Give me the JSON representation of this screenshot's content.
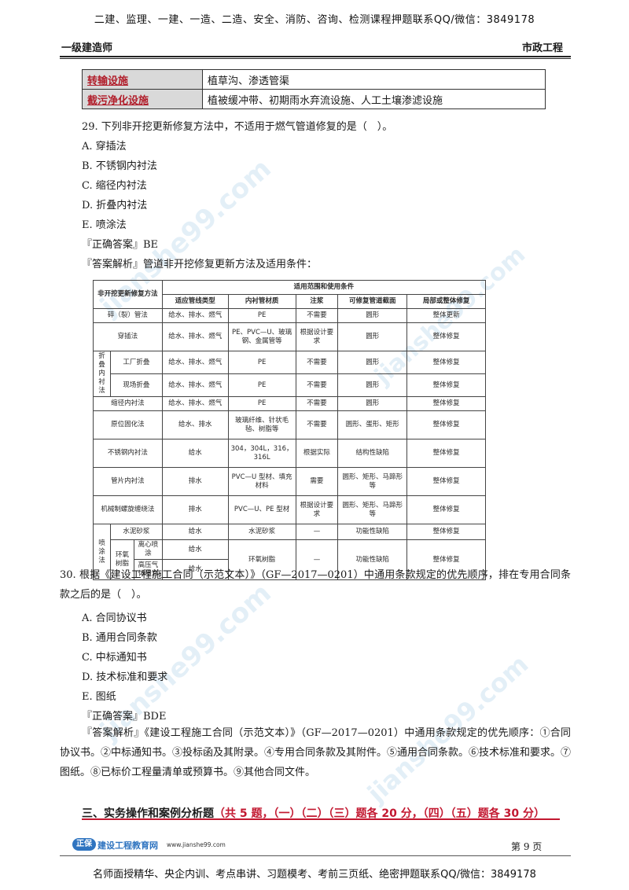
{
  "header": {
    "top_banner": "二建、监理、一建、一造、二造、安全、消防、咨询、检测课程押题联系QQ/微信：3849178",
    "left": "一级建造师",
    "right": "市政工程"
  },
  "top_table": {
    "rows": [
      {
        "key": "转输设施",
        "value": "植草沟、渗透管渠"
      },
      {
        "key": "截污净化设施",
        "value": "植被缓冲带、初期雨水弃流设施、人工土壤渗滤设施"
      }
    ]
  },
  "q29": {
    "stem": "29. 下列非开挖更新修复方法中，不适用于燃气管道修复的是（　）。",
    "options": [
      "A. 穿插法",
      "B. 不锈钢内衬法",
      "C. 缩径内衬法",
      "D. 折叠内衬法",
      "E. 喷涂法"
    ],
    "answer": "『正确答案』BE",
    "analysis": "『答案解析』管道非开挖修复更新方法及适用条件："
  },
  "method_table": {
    "h_method": "非开挖更新修复方法",
    "h_scope": "适用范围和使用条件",
    "h_cols": [
      "适应管线类型",
      "内衬管材质",
      "注浆",
      "可修复管道截面",
      "局部或整体修复"
    ],
    "group_fold": "折叠内衬法",
    "group_spray": "喷涂法",
    "sub_epoxy": "环氧树脂",
    "rows": [
      {
        "name": "碎（裂）管法",
        "c1": "给水、排水、燃气",
        "c2": "PE",
        "c3": "不需要",
        "c4": "圆形",
        "c5": "整体更新"
      },
      {
        "name": "穿插法",
        "c1": "给水、排水、燃气",
        "c2": "PE、PVC—U、玻璃钢、金属管等",
        "c3": "根据设计要求",
        "c4": "圆形",
        "c5": "整体修复"
      },
      {
        "name": "工厂折叠",
        "c1": "给水、排水、燃气",
        "c2": "PE",
        "c3": "不需要",
        "c4": "圆形",
        "c5": "整体修复"
      },
      {
        "name": "现场折叠",
        "c1": "给水、排水、燃气",
        "c2": "PE",
        "c3": "不需要",
        "c4": "圆形",
        "c5": "整体修复"
      },
      {
        "name": "缩径内衬法",
        "c1": "给水、排水、燃气",
        "c2": "PE",
        "c3": "不需要",
        "c4": "圆形",
        "c5": "整体修复"
      },
      {
        "name": "原位固化法",
        "c1": "给水、排水",
        "c2": "玻璃纤维、针状毛毡、树脂等",
        "c3": "不需要",
        "c4": "圆形、蛋形、矩形",
        "c5": "整体修复"
      },
      {
        "name": "不锈钢内衬法",
        "c1": "给水",
        "c2": "304，304L，316，316L",
        "c3": "根据实际",
        "c4": "结构性缺陷",
        "c5": "整体修复"
      },
      {
        "name": "管片内衬法",
        "c1": "排水",
        "c2": "PVC—U 型材、填充材料",
        "c3": "需要",
        "c4": "圆形、矩形、马蹄形等",
        "c5": "整体修复"
      },
      {
        "name": "机械制螺旋缠绕法",
        "c1": "排水",
        "c2": "PVC—U、PE 型材",
        "c3": "根据设计要求",
        "c4": "圆形、矩形、马蹄形等",
        "c5": "整体修复"
      },
      {
        "name": "水泥砂浆",
        "c1": "给水",
        "c2": "水泥砂浆",
        "c3": "—",
        "c4": "功能性缺陷",
        "c5": "整体修复"
      },
      {
        "name": "离心喷涂",
        "c1": "给水",
        "c2": "环氧树脂",
        "c3": "—",
        "c4": "功能性缺陷",
        "c5": "整体修复"
      },
      {
        "name": "高压气体喷涂",
        "c1": "给水"
      }
    ]
  },
  "q30": {
    "stem": "30. 根据《建设工程施工合同（示范文本）》（GF—2017—0201）中通用条款规定的优先顺序，排在专用合同条款之后的是（　）。",
    "options": [
      "A. 合同协议书",
      "B. 通用合同条款",
      "C. 中标通知书",
      "D. 技术标准和要求",
      "E. 图纸"
    ],
    "answer": "『正确答案』BDE",
    "analysis": "『答案解析』《建设工程施工合同（示范文本）》（GF—2017—0201）中通用条款规定的优先顺序：①合同协议书。②中标通知书。③投标函及其附录。④专用合同条款及其附件。⑤通用合同条款。⑥技术标准和要求。⑦图纸。⑧已标价工程量清单或预算书。⑨其他合同文件。"
  },
  "section": {
    "title": "三、实务操作和案例分析题",
    "note": "（共 5 题，（一）（二）（三）题各 20 分，（四）（五）题各 30 分）"
  },
  "footer": {
    "logo_mark": "正保",
    "logo_brand": "建设工程教育网",
    "logo_site": "www.jianshe99.com",
    "page": "第 9 页",
    "bottom_banner": "名师面授精华、央企内训、考点串讲、习题模考、考前三页纸、绝密押题联系QQ/微信：3849178"
  },
  "watermark": "jianshe99.com",
  "colors": {
    "accent_red": "#c21830",
    "key_red": "#b11d2a",
    "logo_blue": "#2f74c0"
  }
}
